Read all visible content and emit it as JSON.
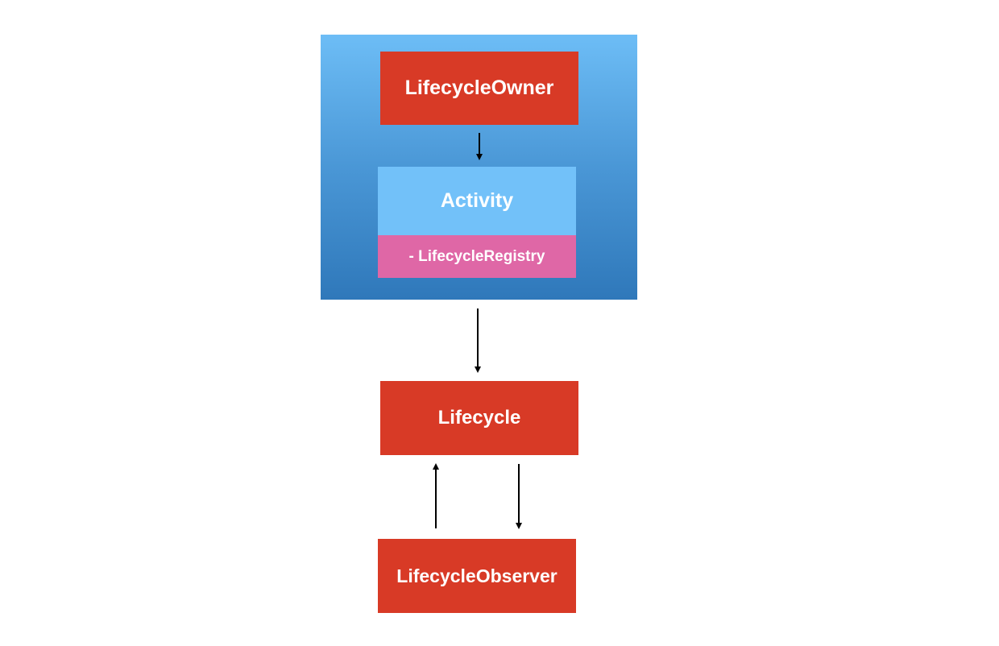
{
  "diagram": {
    "nodes": {
      "owner": {
        "label": "LifecycleOwner",
        "color": "#d83a26"
      },
      "activity": {
        "label": "Activity",
        "color": "#72c1f9"
      },
      "registry": {
        "label": "- LifecycleRegistry",
        "color": "#df67a6"
      },
      "lifecycle": {
        "label": "Lifecycle",
        "color": "#d83a26"
      },
      "observer": {
        "label": "LifecycleObserver",
        "color": "#d83a26"
      }
    },
    "group": {
      "color_top": "#6dbdf6",
      "color_bottom": "#2f78ba"
    },
    "edges": [
      {
        "from": "owner",
        "to": "activity"
      },
      {
        "from": "group",
        "to": "lifecycle"
      },
      {
        "from": "observer",
        "to": "lifecycle"
      },
      {
        "from": "lifecycle",
        "to": "observer"
      }
    ]
  }
}
